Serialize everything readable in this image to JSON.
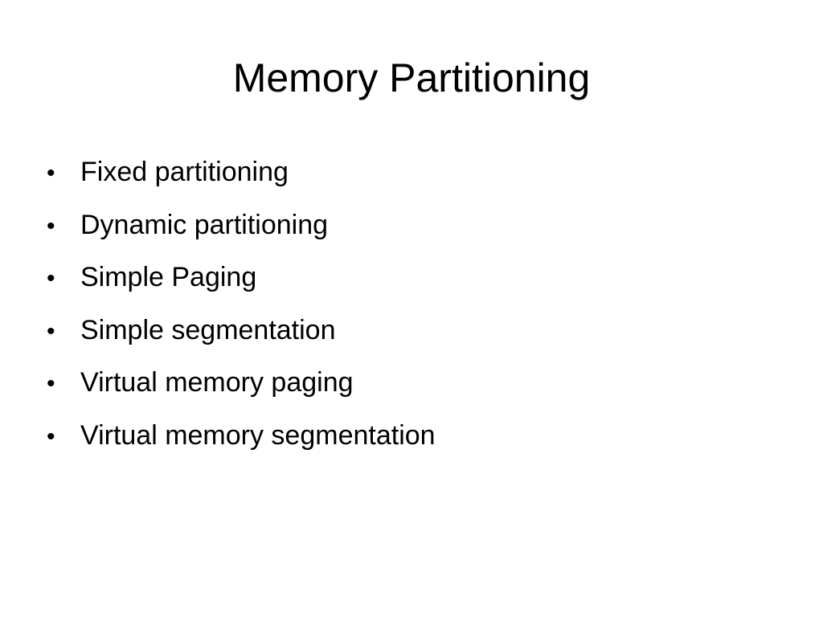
{
  "slide": {
    "title": "Memory Partitioning",
    "bullet_glyph": "•",
    "bullets": [
      "Fixed partitioning",
      "Dynamic partitioning",
      "Simple Paging",
      "Simple segmentation",
      "Virtual memory paging",
      "Virtual memory segmentation"
    ]
  }
}
